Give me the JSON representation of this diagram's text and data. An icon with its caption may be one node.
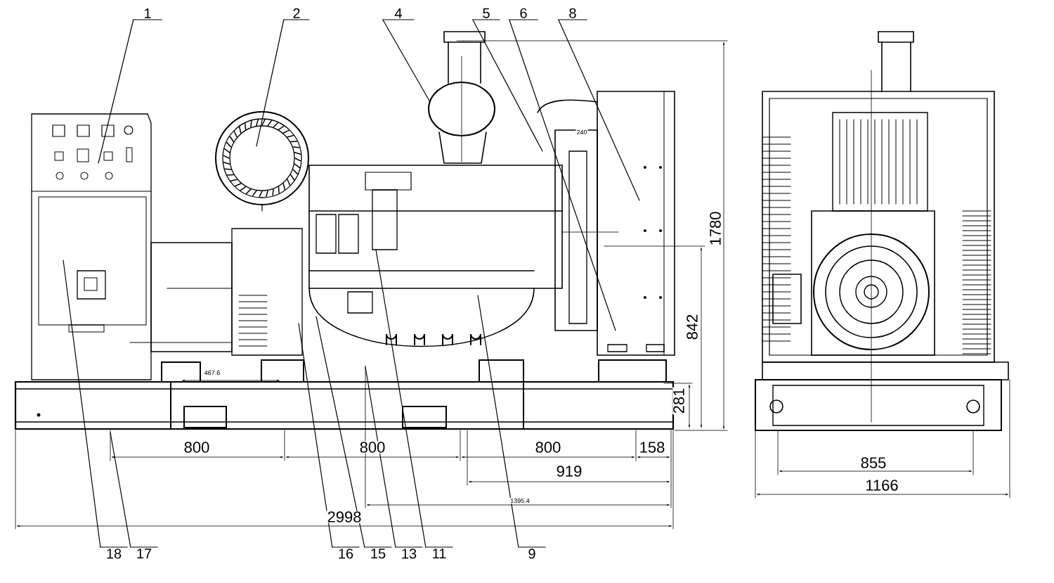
{
  "diagram": {
    "nodes": [
      {
        "text": [
          "1"
        ]
      },
      {
        "text": [
          "2"
        ]
      },
      {
        "text": [
          "4"
        ]
      },
      {
        "text": [
          "5"
        ]
      },
      {
        "text": [
          "6"
        ]
      },
      {
        "text": [
          "8"
        ]
      },
      {
        "text": [
          "18"
        ]
      },
      {
        "text": [
          "17"
        ]
      },
      {
        "text": [
          "16"
        ]
      },
      {
        "text": [
          "15"
        ]
      },
      {
        "text": [
          "13"
        ]
      },
      {
        "text": [
          "11"
        ]
      },
      {
        "text": [
          "9"
        ]
      }
    ],
    "edges": [
      {
        "from": 0,
        "to": null,
        "arrow": "none"
      },
      {
        "from": 1,
        "to": null,
        "arrow": "none"
      },
      {
        "from": 2,
        "to": null,
        "arrow": "none"
      },
      {
        "from": 3,
        "to": null,
        "arrow": "none"
      },
      {
        "from": 4,
        "to": null,
        "arrow": "none"
      },
      {
        "from": 5,
        "to": null,
        "arrow": "none"
      },
      {
        "from": 6,
        "to": null,
        "arrow": "none"
      },
      {
        "from": 7,
        "to": null,
        "arrow": "none"
      },
      {
        "from": 8,
        "to": null,
        "arrow": "none"
      },
      {
        "from": 9,
        "to": null,
        "arrow": "none"
      },
      {
        "from": 10,
        "to": null,
        "arrow": "none"
      },
      {
        "from": 11,
        "to": null,
        "arrow": "none"
      },
      {
        "from": 12,
        "to": null,
        "arrow": "none"
      }
    ],
    "labels": [
      "240",
      "1780",
      "842",
      "467.6",
      "281",
      "800",
      "800",
      "800",
      "158",
      "855",
      "919",
      "1166",
      "1395.4",
      "2998"
    ]
  }
}
